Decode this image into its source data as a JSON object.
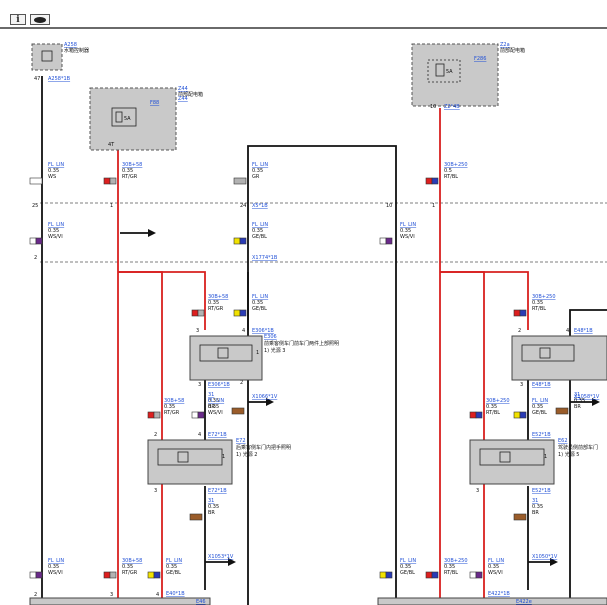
{
  "toolbar": {
    "info_icon": "info-icon",
    "info_glyph": "i",
    "view_icon": "eye-icon"
  },
  "components": [
    {
      "id": "a258",
      "code": "A258",
      "name": "水箱控制器"
    },
    {
      "id": "z44",
      "code": "Z44",
      "name": "前部配电箱"
    },
    {
      "id": "z2a",
      "code": "Z2a",
      "name": "前部配电箱"
    },
    {
      "id": "e306",
      "code": "E306",
      "name": "前乘客侧车门前车门两件上部照明",
      "note": "1) 光源 3"
    },
    {
      "id": "e72",
      "code": "E72",
      "name": "后乘客侧车门内把手照明",
      "note": "1) 光源 2"
    },
    {
      "id": "e62",
      "code": "E62",
      "name": "驾驶员侧前部车门",
      "note": "1) 光源 5"
    }
  ],
  "fuses": [
    {
      "id": "f88",
      "label": "F88",
      "rating": "5A"
    },
    {
      "id": "f286",
      "label": "F286",
      "rating": "5A"
    }
  ],
  "connectors": [
    "A258*1B",
    "Z44",
    "Z2*4B",
    "X5*1B",
    "X1774*1B",
    "E306*1B",
    "E306*1B",
    "X1066*1V",
    "E72*1B",
    "E72*1B",
    "X1053*1V",
    "E40*1B",
    "E46",
    "E48*1B",
    "E48*1B",
    "X1058*1V",
    "E52*1B",
    "E52*1B",
    "X1050*1V",
    "E422*1B",
    "E422e"
  ],
  "wires": [
    {
      "id": "w1",
      "signal": "FL_LIN",
      "size": "0.35",
      "color": "WS"
    },
    {
      "id": "w2",
      "signal": "30B+58",
      "size": "0.35",
      "color": "RT/GR"
    },
    {
      "id": "w3",
      "signal": "FL_LIN",
      "size": "0.35",
      "color": "GR"
    },
    {
      "id": "w4",
      "signal": "FL_LIN",
      "size": "0.35",
      "color": "WS/VI"
    },
    {
      "id": "w5",
      "signal": "FL_LIN",
      "size": "0.35",
      "color": "GE/BL"
    },
    {
      "id": "w6",
      "signal": "30B+58",
      "size": "0.35",
      "color": "RT/GR"
    },
    {
      "id": "w7",
      "signal": "FL_LIN",
      "size": "0.35",
      "color": "GE/BL"
    },
    {
      "id": "w8",
      "signal": "31",
      "size": "0.35",
      "color": "BR"
    },
    {
      "id": "w9",
      "signal": "30B+58",
      "size": "0.35",
      "color": "RT/GR"
    },
    {
      "id": "w10",
      "signal": "FL_LIN",
      "size": "0.35",
      "color": "WS/VI"
    },
    {
      "id": "w11",
      "signal": "31",
      "size": "0.35",
      "color": "BR"
    },
    {
      "id": "w12",
      "signal": "FL_LIN",
      "size": "0.35",
      "color": "WS/VI"
    },
    {
      "id": "w13",
      "signal": "30B+58",
      "size": "0.35",
      "color": "RT/GR"
    },
    {
      "id": "w14",
      "signal": "FL_LIN",
      "size": "0.35",
      "color": "GE/BL"
    },
    {
      "id": "w15",
      "signal": "30B+250",
      "size": "0.5",
      "color": "RT/BL"
    },
    {
      "id": "w16",
      "signal": "FL_LIN",
      "size": "0.35",
      "color": "WS/VI"
    },
    {
      "id": "w17",
      "signal": "30B+250",
      "size": "0.35",
      "color": "RT/BL"
    },
    {
      "id": "w18",
      "signal": "31",
      "size": "0.35",
      "color": "BR"
    },
    {
      "id": "w19",
      "signal": "30B+250",
      "size": "0.35",
      "color": "RT/BL"
    },
    {
      "id": "w20",
      "signal": "FL_LIN",
      "size": "0.35",
      "color": "GE/BL"
    },
    {
      "id": "w21",
      "signal": "31",
      "size": "0.35",
      "color": "BR"
    },
    {
      "id": "w22",
      "signal": "FL_LIN",
      "size": "0.35",
      "color": "GE/BL"
    },
    {
      "id": "w23",
      "signal": "30B+250",
      "size": "0.35",
      "color": "RT/BL"
    },
    {
      "id": "w24",
      "signal": "FL_LIN",
      "size": "0.35",
      "color": "WS/VI"
    }
  ],
  "pins": [
    "47",
    "4T",
    "10",
    "25",
    "1",
    "24",
    "10",
    "1",
    "2",
    "3",
    "4",
    "1",
    "2",
    "3",
    "2",
    "4",
    "1",
    "3",
    "2",
    "3",
    "4",
    "2",
    "3",
    "4",
    "1",
    "3"
  ],
  "colors": {
    "wire_black": "#111111",
    "wire_red": "#d8201f",
    "module_fill": "#c9c9c9",
    "link_blue": "#1f4fd6",
    "swatch_ws": "#ffffff",
    "swatch_gr": "#b2b2b2",
    "swatch_vi": "#6a2a8a",
    "swatch_ge": "#f2e200",
    "swatch_bl": "#2a3bb5",
    "swatch_rt": "#dd1f1f",
    "swatch_br": "#9a5c2a"
  }
}
